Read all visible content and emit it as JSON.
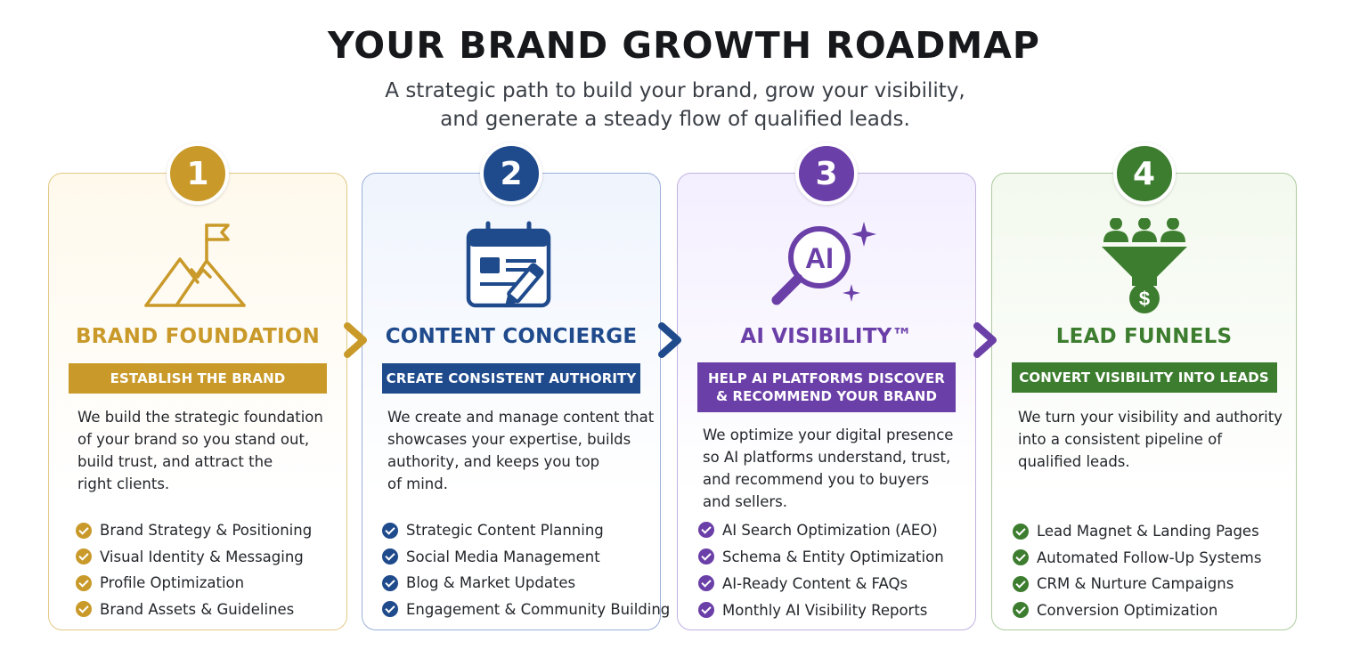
{
  "header": {
    "title": "YOUR BRAND GROWTH ROADMAP",
    "subtitle_line1": "A strategic path to build your brand, grow your visibility,",
    "subtitle_line2": "and generate a steady flow of qualified leads."
  },
  "colors": {
    "gold": "#c99a2a",
    "blue": "#1f4a8c",
    "purple": "#6b3fa8",
    "green": "#3d7d2f"
  },
  "steps": [
    {
      "number": "1",
      "icon": "mountain-flag-icon",
      "title": "BRAND FOUNDATION",
      "tagline": "ESTABLISH THE BRAND",
      "description": [
        "We build the strategic foundation",
        "of your brand so you stand out,",
        "build trust, and attract the",
        "right clients."
      ],
      "items": [
        "Brand Strategy & Positioning",
        "Visual Identity & Messaging",
        "Profile Optimization",
        "Brand Assets & Guidelines"
      ]
    },
    {
      "number": "2",
      "icon": "calendar-pencil-icon",
      "title": "CONTENT CONCIERGE",
      "tagline": "CREATE CONSISTENT AUTHORITY",
      "description": [
        "We create and manage content that",
        "showcases your expertise, builds",
        "authority, and keeps you top",
        "of mind."
      ],
      "items": [
        "Strategic Content Planning",
        "Social Media Management",
        "Blog & Market Updates",
        "Engagement & Community Building"
      ]
    },
    {
      "number": "3",
      "icon": "ai-magnifier-icon",
      "title": "AI VISIBILITY™",
      "tagline_line1": "HELP AI PLATFORMS DISCOVER",
      "tagline_line2": "& RECOMMEND YOUR BRAND",
      "description": [
        "We optimize your digital presence",
        "so AI platforms understand, trust,",
        "and recommend you to buyers",
        "and sellers."
      ],
      "items": [
        "AI Search Optimization (AEO)",
        "Schema & Entity Optimization",
        "AI-Ready Content & FAQs",
        "Monthly AI Visibility Reports"
      ],
      "icon_text": "AI"
    },
    {
      "number": "4",
      "icon": "funnel-dollar-icon",
      "title": "LEAD FUNNELS",
      "tagline": "CONVERT VISIBILITY INTO LEADS",
      "description": [
        "We turn your visibility and authority",
        "into a consistent pipeline of",
        "qualified leads."
      ],
      "items": [
        "Lead Magnet & Landing Pages",
        "Automated Follow-Up Systems",
        "CRM & Nurture Campaigns",
        "Conversion Optimization"
      ],
      "icon_text": "$"
    }
  ]
}
